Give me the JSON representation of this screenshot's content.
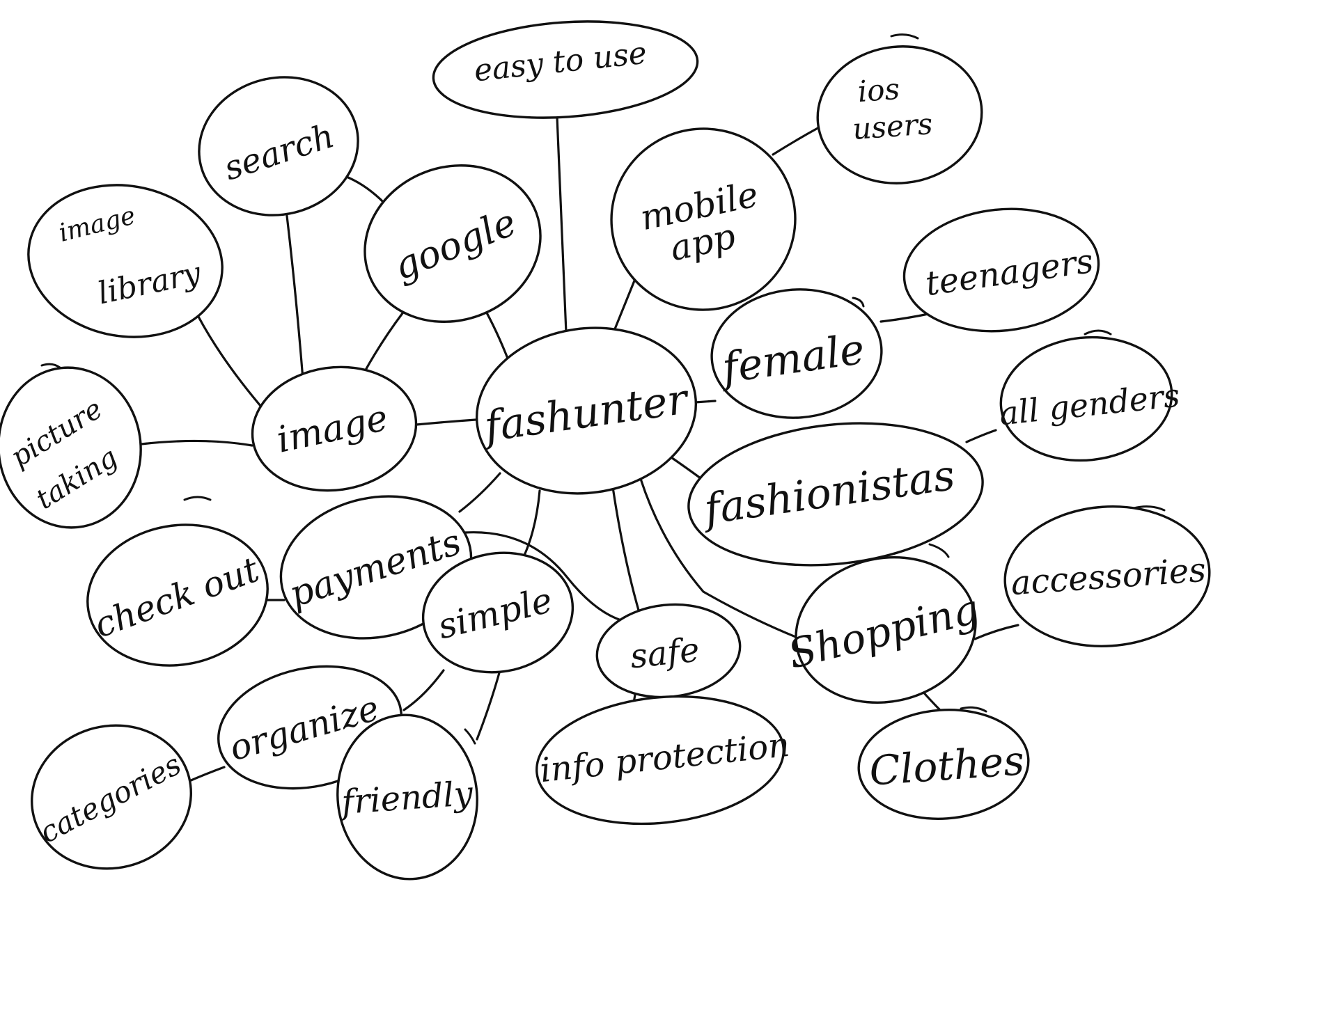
{
  "colors": {
    "ink": "#111111",
    "background": "#ffffff"
  },
  "central": {
    "label": "fashunter"
  },
  "nodes": {
    "easy_to_use": "easy to use",
    "ios_users": [
      "ios",
      "users"
    ],
    "mobile_app": [
      "mobile",
      "app"
    ],
    "search": "search",
    "google": "google",
    "image_library": [
      "image",
      "library"
    ],
    "teenagers": "teenagers",
    "female": "female",
    "image": "image",
    "all_genders": "all genders",
    "picture_taking": [
      "picture",
      "taking"
    ],
    "fashionistas": "fashionistas",
    "check_out": "check out",
    "payments": "payments",
    "accessories": "accessories",
    "simple": "simple",
    "safe": "safe",
    "shopping": "Shopping",
    "organize": "organize",
    "categories": "categories",
    "friendly": "friendly",
    "info_protection": "info protection",
    "clothes": "Clothes"
  }
}
